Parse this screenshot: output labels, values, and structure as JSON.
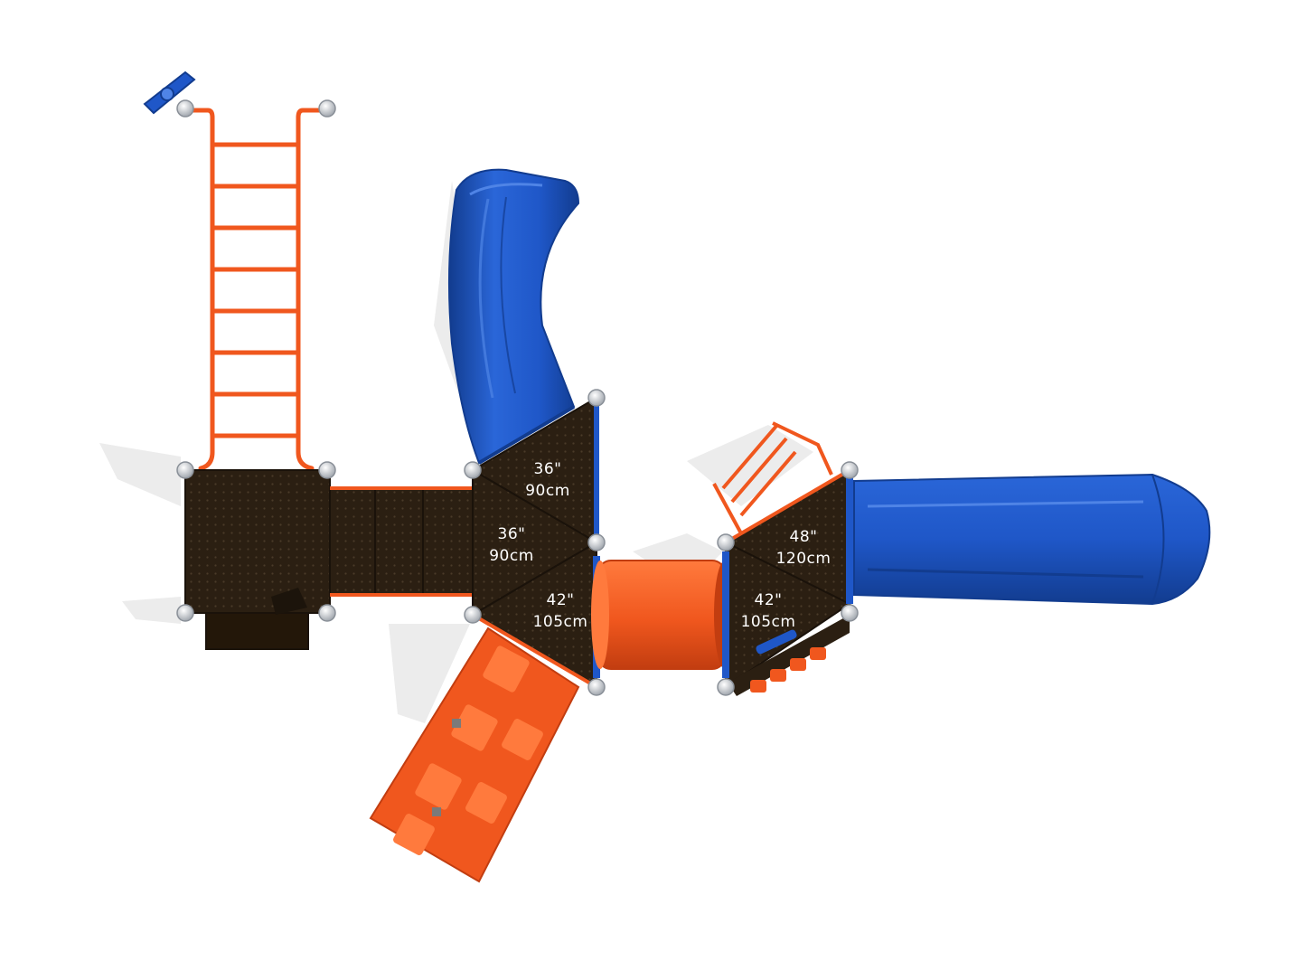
{
  "colors": {
    "deck": "#2b1f12",
    "deck_edge": "#1a120a",
    "blue": "#1f57c8",
    "blue_dark": "#123c8f",
    "blue_light": "#4f84e6",
    "orange": "#f0571e",
    "orange_dark": "#c23d10",
    "orange_light": "#ff7a3d",
    "post": "#cfd3d8",
    "shadow": "#e7e7e7"
  },
  "icons": [
    "steering-wheel-icon",
    "bubble-panel-icon"
  ],
  "decks": [
    {
      "height_in": "36\"",
      "height_cm": "90cm"
    },
    {
      "height_in": "36\"",
      "height_cm": "90cm"
    },
    {
      "height_in": "42\"",
      "height_cm": "105cm"
    },
    {
      "height_in": "48\"",
      "height_cm": "120cm"
    },
    {
      "height_in": "42\"",
      "height_cm": "105cm"
    }
  ]
}
